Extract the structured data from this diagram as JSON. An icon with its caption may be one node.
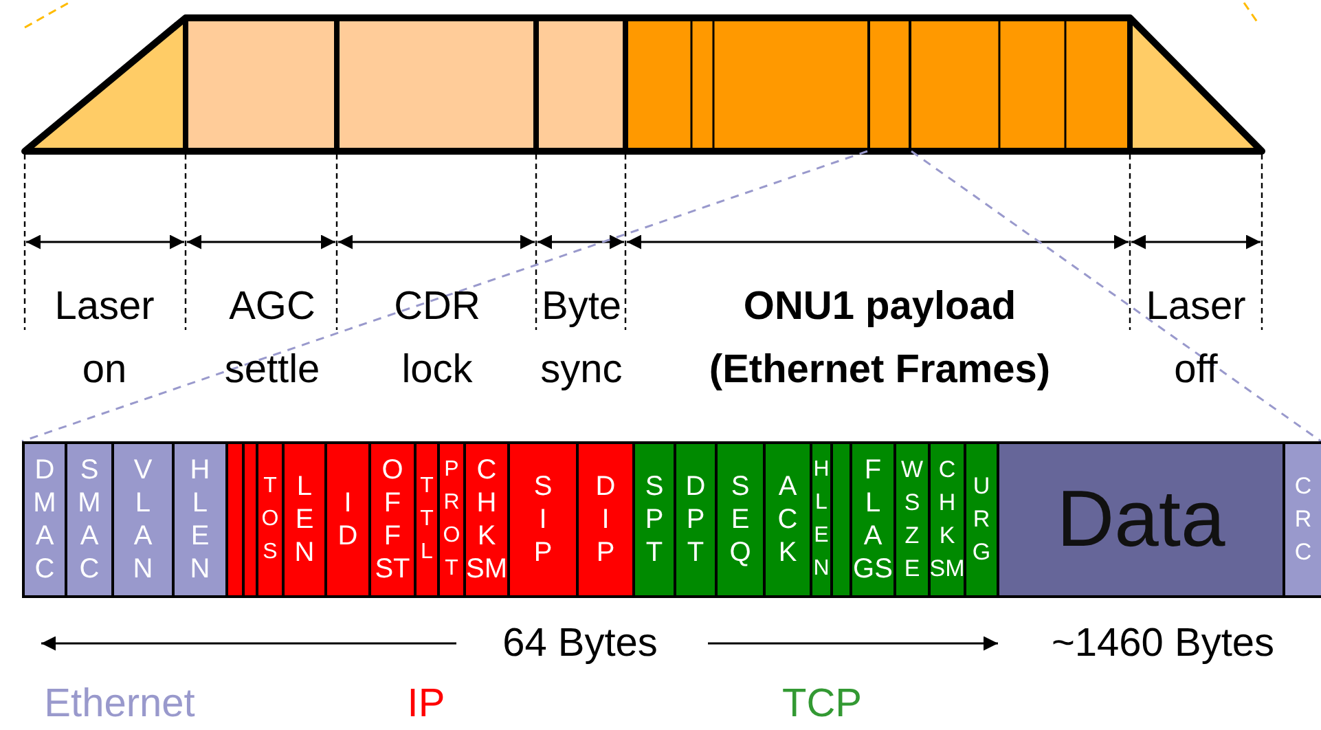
{
  "diagram": {
    "nodes": [
      {
        "text": [],
        "shape": "box"
      },
      {
        "text": [],
        "shape": "bar"
      },
      {
        "text": [
          "DMAC"
        ],
        "in": 1
      },
      {
        "text": [
          "SMAC"
        ],
        "in": 1
      },
      {
        "text": [
          "VLAN"
        ],
        "in": 1
      },
      {
        "text": [
          "HLEN"
        ],
        "in": 1
      },
      {
        "text": [],
        "shape": "box",
        "in": 1
      },
      {
        "text": [],
        "shape": "box",
        "in": 1
      },
      {
        "text": [
          "TOS"
        ],
        "in": 1
      },
      {
        "text": [
          "LEN"
        ],
        "in": 1
      },
      {
        "text": [
          "ID"
        ],
        "in": 1
      },
      {
        "text": [
          "OFFST"
        ],
        "in": 1
      },
      {
        "text": [
          "TTL"
        ],
        "in": 1
      },
      {
        "text": [
          "PROT"
        ],
        "in": 1
      },
      {
        "text": [
          "CHKSM"
        ],
        "in": 1
      },
      {
        "text": [
          "SIP"
        ],
        "in": 1
      },
      {
        "text": [
          "DIP"
        ],
        "in": 1
      },
      {
        "text": [
          "SPT"
        ],
        "in": 1
      },
      {
        "text": [
          "DPT"
        ],
        "in": 1
      },
      {
        "text": [
          "SEQ"
        ],
        "in": 1
      },
      {
        "text": [
          "ACK"
        ],
        "in": 1
      },
      {
        "text": [
          "HLEN"
        ],
        "in": 1
      },
      {
        "text": [],
        "shape": "box",
        "in": 1
      },
      {
        "text": [
          "FLAGS"
        ],
        "in": 1
      },
      {
        "text": [
          "WSZE"
        ],
        "in": 1
      },
      {
        "text": [
          "CHKSM"
        ],
        "in": 1
      },
      {
        "text": [
          "URG"
        ],
        "in": 1
      },
      {
        "text": [
          "Data"
        ],
        "in": 1
      },
      {
        "text": [
          "CRC"
        ],
        "in": 1
      }
    ],
    "edges": [
      {
        "from": 0,
        "to": 1,
        "arrow": "none",
        "style": "dashed"
      },
      {
        "from": 0,
        "to": 1,
        "arrow": "none",
        "style": "dashed"
      }
    ],
    "labels": [
      "Laser on",
      "AGC settle",
      "CDR lock",
      "Byte sync",
      "ONU1 payload (Ethernet Frames)",
      "Laser off",
      "64 Bytes",
      "~1460 Bytes",
      "Ethernet",
      "IP",
      "TCP"
    ]
  }
}
